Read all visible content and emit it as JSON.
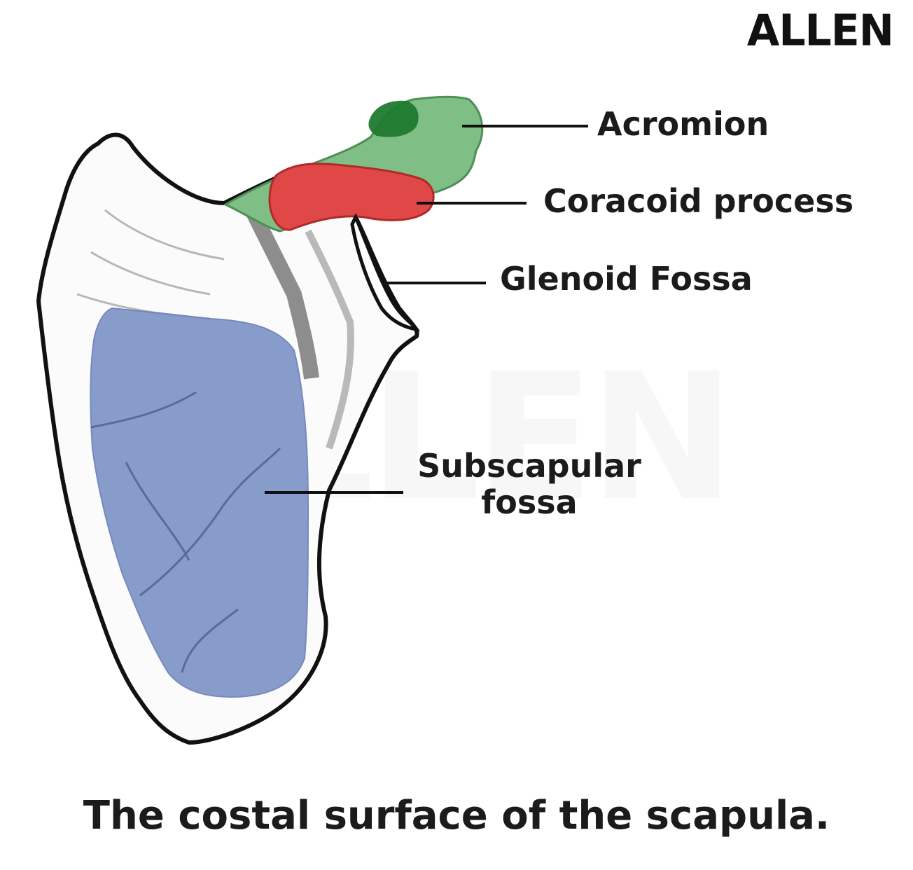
{
  "logo": {
    "text": "ALLEN"
  },
  "watermark": {
    "text": "ALLEN"
  },
  "labels": {
    "acromion": "Acromion",
    "coracoid": "Coracoid process",
    "glenoid": "Glenoid Fossa",
    "subscapular_line1": "Subscapular",
    "subscapular_line2": "fossa"
  },
  "caption": "The costal surface of the scapula.",
  "colors": {
    "acromion_region": "#7fbf86",
    "acromion_dark": "#1f7a2e",
    "coracoid_region": "#e04848",
    "subscapular_region": "#8197c9",
    "bone_outline": "#111111",
    "leader_line": "#111111"
  }
}
